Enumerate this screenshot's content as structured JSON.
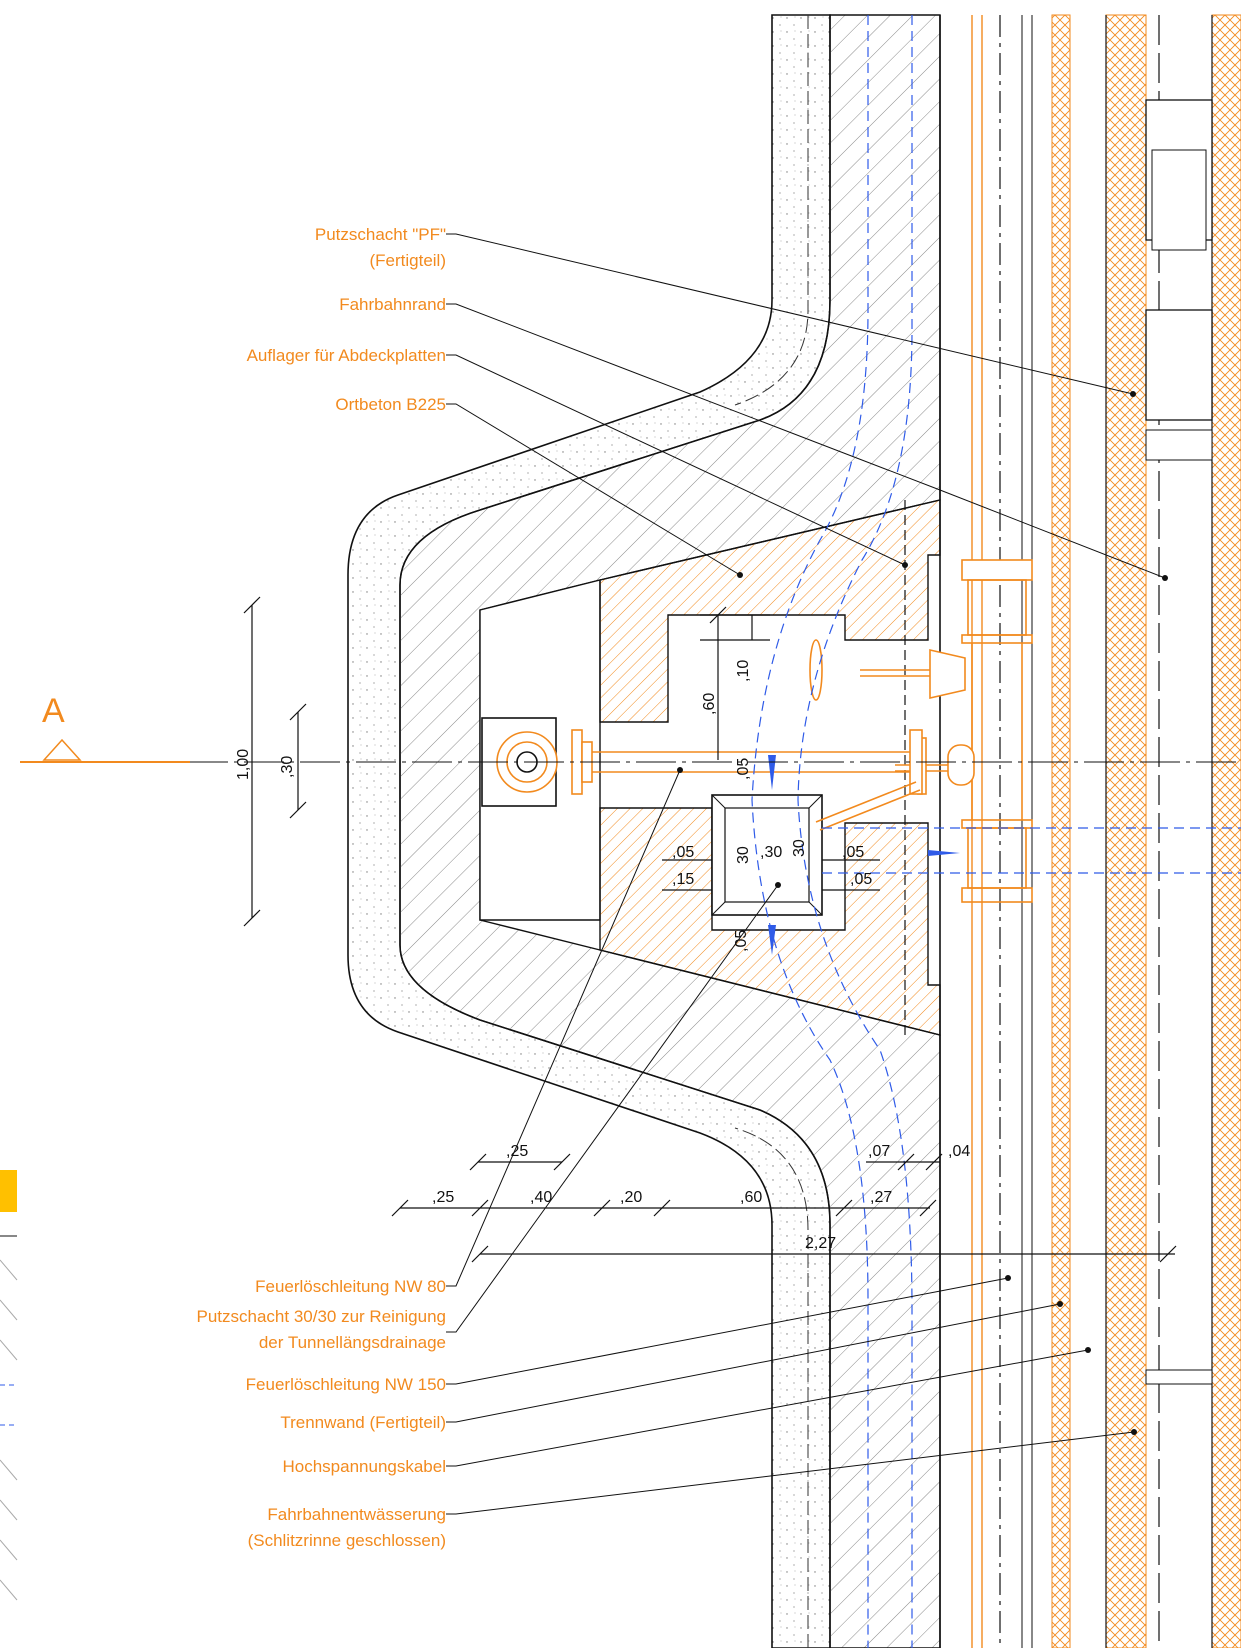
{
  "colors": {
    "accent": "#F28A1E",
    "line": "#111111",
    "drain": "#2F5BE8",
    "swatch": "#FFC000"
  },
  "section_marker": "A",
  "labels": {
    "putzschacht_pf_1": "Putzschacht \"PF\"",
    "putzschacht_pf_2": "(Fertigteil)",
    "fahrbahnrand": "Fahrbahnrand",
    "auflager": "Auflager für Abdeckplatten",
    "ortbeton": "Ortbeton B225",
    "feuerloesch_80": "Feuerlöschleitung NW 80",
    "putzschacht_30_1": "Putzschacht 30/30 zur Reinigung",
    "putzschacht_30_2": "der Tunnellängsdrainage",
    "feuerloesch_150": "Feuerlöschleitung NW 150",
    "trennwand": "Trennwand (Fertigteil)",
    "hochspannung": "Hochspannungskabel",
    "entwaesserung_1": "Fahrbahnentwässerung",
    "entwaesserung_2": "(Schlitzrinne geschlossen)"
  },
  "dimensions": {
    "d_100": "1,00",
    "d_30_v": ",30",
    "d_60_v": ",60",
    "d_10_v": ",10",
    "d_05_a": ",05",
    "d_30_a": "30",
    "d_30_b": ",30",
    "d_30_c": "30",
    "d_05_l": ",05",
    "d_15_l": ",15",
    "d_05_r1": ",05",
    "d_05_r2": ",05",
    "d_05_b": ",05",
    "d_25_top": ",25",
    "d_07": ",07",
    "d_04": ",04",
    "d_25": ",25",
    "d_40": ",40",
    "d_20": ",20",
    "d_60": ",60",
    "d_27": ",27",
    "d_227": "2,27"
  }
}
